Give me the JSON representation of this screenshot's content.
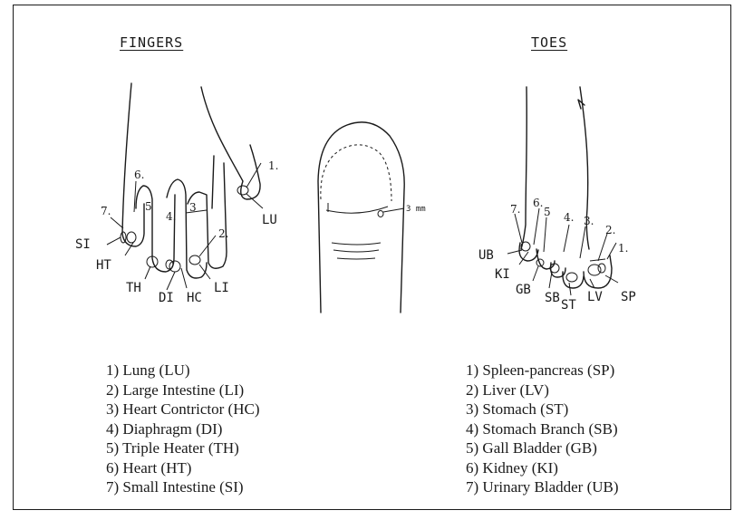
{
  "fingers": {
    "heading": "FINGERS",
    "point_labels": [
      "LU",
      "LI",
      "HC",
      "DI",
      "TH",
      "HT",
      "SI"
    ],
    "number_labels": [
      "1.",
      "2.",
      "3",
      "4.",
      "5",
      "6.",
      "7."
    ],
    "legend": [
      "1) Lung (LU)",
      "2) Large Intestine (LI)",
      "3) Heart Contrictor (HC)",
      "4) Diaphragm (DI)",
      "5) Triple Heater (TH)",
      "6) Heart (HT)",
      "7) Small Intestine (SI)"
    ]
  },
  "nail": {
    "measure_label": "3 mm"
  },
  "toes": {
    "heading": "TOES",
    "point_labels": [
      "SP",
      "LV",
      "ST",
      "SB",
      "GB",
      "KI",
      "UB"
    ],
    "number_labels": [
      "1.",
      "2.",
      "3.",
      "4.",
      "5",
      "6.",
      "7."
    ],
    "legend": [
      "1) Spleen-pancreas (SP)",
      "2) Liver (LV)",
      "3) Stomach (ST)",
      "4) Stomach Branch (SB)",
      "5) Gall Bladder (GB)",
      "6) Kidney (KI)",
      "7) Urinary Bladder (UB)"
    ]
  }
}
